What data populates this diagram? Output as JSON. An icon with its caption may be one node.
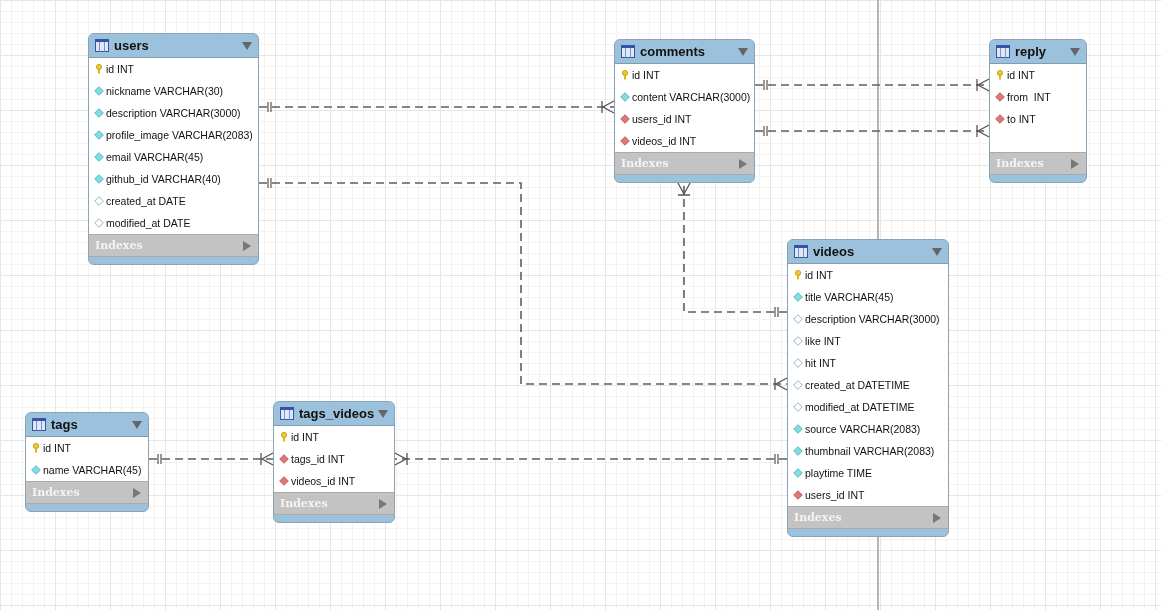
{
  "diagram": {
    "nodes": [
      {
        "text": [
          "users",
          "id INT",
          "nickname VARCHAR(30)",
          "description VARCHAR(3000)",
          "profile_image VARCHAR(2083)",
          "email VARCHAR(45)",
          "github_id VARCHAR(40)",
          "created_at DATE",
          "modified_at DATE",
          "Indexes"
        ]
      },
      {
        "text": [
          "comments",
          "id INT",
          "content VARCHAR(3000)",
          "users_id INT",
          "videos_id INT",
          "Indexes"
        ]
      },
      {
        "text": [
          "reply",
          "id INT",
          "from  INT",
          "to INT",
          "Indexes"
        ]
      },
      {
        "text": [
          "videos",
          "id INT",
          "title VARCHAR(45)",
          "description VARCHAR(3000)",
          "like INT",
          "hit INT",
          "created_at DATETIME",
          "modified_at DATETIME",
          "source VARCHAR(2083)",
          "thumbnail VARCHAR(2083)",
          "playtime TIME",
          "users_id INT",
          "Indexes"
        ]
      },
      {
        "text": [
          "tags",
          "id INT",
          "name VARCHAR(45)",
          "Indexes"
        ]
      },
      {
        "text": [
          "tags_videos",
          "id INT",
          "tags_id INT",
          "videos_id INT",
          "Indexes"
        ]
      }
    ],
    "edges": [
      {
        "from": 0,
        "to": 1,
        "arrow": "other",
        "style": "dashed"
      },
      {
        "from": 0,
        "to": 3,
        "arrow": "other",
        "style": "dashed"
      },
      {
        "from": 1,
        "to": 2,
        "arrow": "other",
        "style": "dashed"
      },
      {
        "from": 1,
        "to": 2,
        "arrow": "other",
        "style": "dashed"
      },
      {
        "from": 3,
        "to": 1,
        "arrow": "other",
        "style": "dashed"
      },
      {
        "from": 4,
        "to": 5,
        "arrow": "other",
        "style": "dashed"
      },
      {
        "from": 3,
        "to": 5,
        "arrow": "other",
        "style": "dashed"
      }
    ]
  }
}
